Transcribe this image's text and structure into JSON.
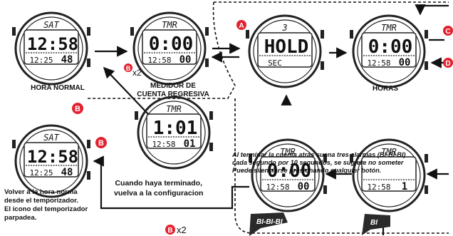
{
  "labels": {
    "hora_normal": "HORA NORMAL",
    "medidor_1": "MEDIDOR DE",
    "medidor_2": "CUENTA REGRESIVA",
    "horas": "HORAS",
    "terminado_1": "Cuando haya terminado,",
    "terminado_2": "vuelva a la configuracion",
    "alarm_1": "Al terminar la cuenta atrás suena tres alarmas (BI-BI-BI)",
    "alarm_2": "cada segundo por 10 segundos, se sugiere no someter",
    "alarm_3": "Puede silenciarse presionando cualquier botón.",
    "volver_1": "Volver a la hora norma",
    "volver_2": "desde el temporizador.",
    "volver_3": "El icono del temporizador",
    "volver_4": "parpadea.",
    "x2_a": "x2",
    "x2_b": "x2",
    "bibibi": "BI-BI-BI",
    "bi": "BI"
  },
  "buttons": {
    "A": "A",
    "B": "B",
    "C": "C",
    "D": "D"
  },
  "watches": {
    "normal": {
      "top": "SAT",
      "main": "12:58",
      "sub": "12:25",
      "sec": "48"
    },
    "timer_start": {
      "top": "TMR",
      "main": "0:00",
      "sub": "12:58",
      "sec": "00"
    },
    "hold": {
      "top": "3",
      "main": "HOLD",
      "sub": "SEC"
    },
    "hours": {
      "top": "TMR",
      "main": "0:00",
      "sub": "12:58",
      "sec": "00"
    },
    "count": {
      "top": "TMR",
      "main": "1:01",
      "sub": "12:58",
      "sec": "01"
    },
    "normal2": {
      "top": "SAT",
      "main": "12:58",
      "sub": "12:25",
      "sec": "48"
    },
    "alarm": {
      "top": "TMR",
      "main": "0:00",
      "sub": "12:58",
      "sec": "00"
    },
    "counting": {
      "top": "TMR",
      "main": "",
      "sub": "12:58",
      "sec": "1"
    }
  },
  "colors": {
    "button": "#e3222f",
    "ink": "#111111",
    "lcd": "#ffffff"
  }
}
